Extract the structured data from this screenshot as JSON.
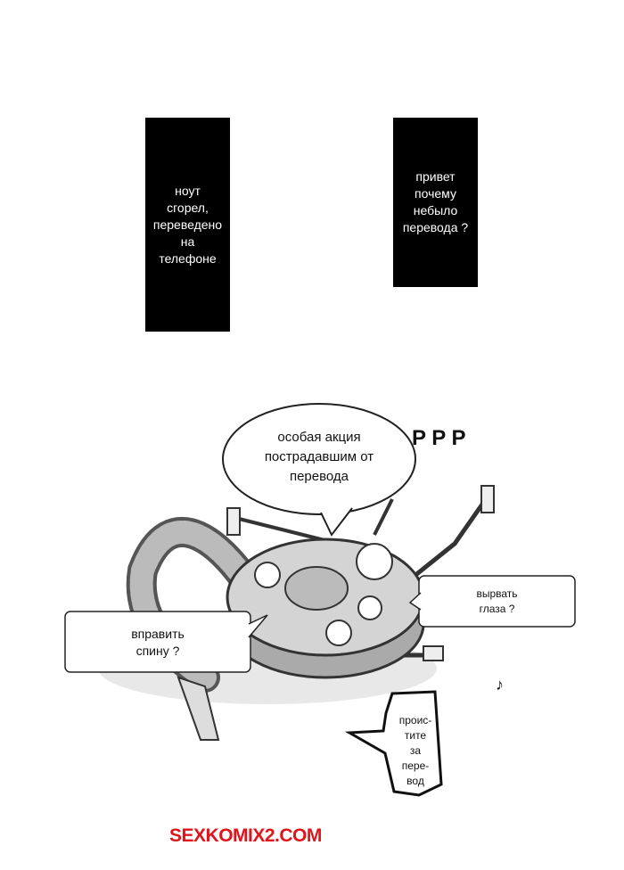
{
  "panels": {
    "left_caption": "ноут\nсгорел,\nпереведено\nна\nтелефоне",
    "right_caption": "привет\nпочему\nнебыло\nперевода ?"
  },
  "bubbles": {
    "top": "особая акция\nпострадавшим от\nперевода",
    "sfx": "P P P",
    "right": "вырвать\nглаза ?",
    "left": "вправить\nспину ?",
    "bottom": "проис-\nтите\nза\nпере-\nвод",
    "note": "♪"
  },
  "watermark": {
    "part1": "SEX",
    "part2": "KOMIX2.COM",
    "color1": "#e0141b",
    "color2": "#e0141b"
  }
}
